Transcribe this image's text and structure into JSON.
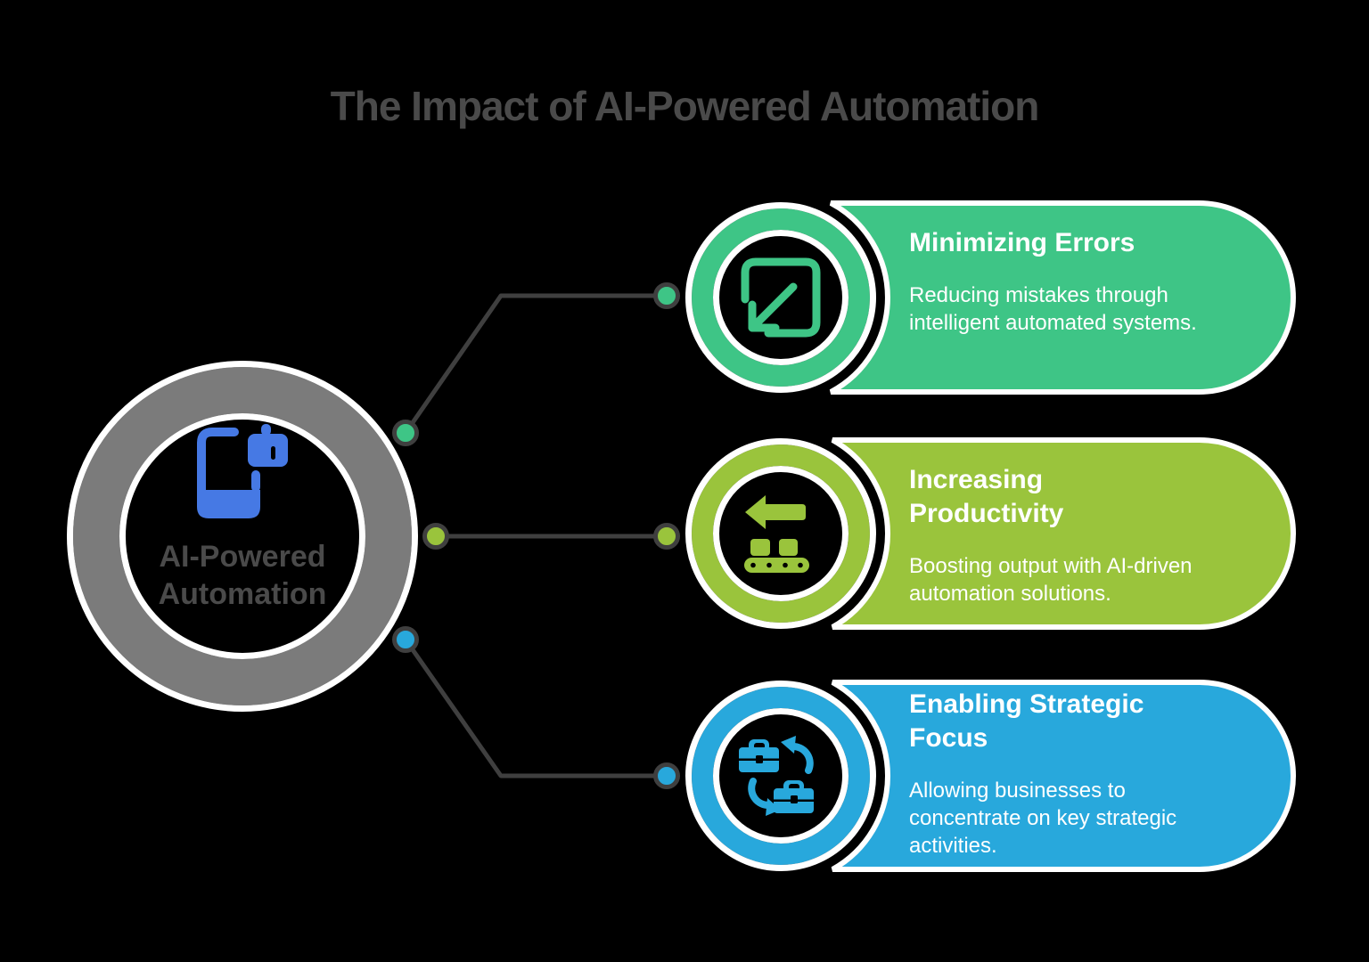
{
  "title": "The Impact of AI-Powered Automation",
  "center": {
    "label": "AI-Powered Automation",
    "icon": "smart-device-icon",
    "icon_color": "#4679E4",
    "ring_color": "#7B7B7B",
    "label_color": "#4A4A4A"
  },
  "connector_color": "#3F3F3F",
  "background_color": "#000000",
  "card_text_color": "#FFFFFF",
  "cards": [
    {
      "heading": "Minimizing Errors",
      "body": "Reducing mistakes through intelligent automated systems.",
      "color": "#3EC586",
      "icon": "shrink-square-arrow-icon"
    },
    {
      "heading": "Increasing Productivity",
      "body": "Boosting output with AI-driven automation solutions.",
      "color": "#9AC43C",
      "icon": "conveyor-belt-icon"
    },
    {
      "heading": "Enabling Strategic Focus",
      "body": "Allowing businesses to concentrate on key strategic activities.",
      "color": "#28A8DC",
      "icon": "briefcase-swap-icon"
    }
  ]
}
